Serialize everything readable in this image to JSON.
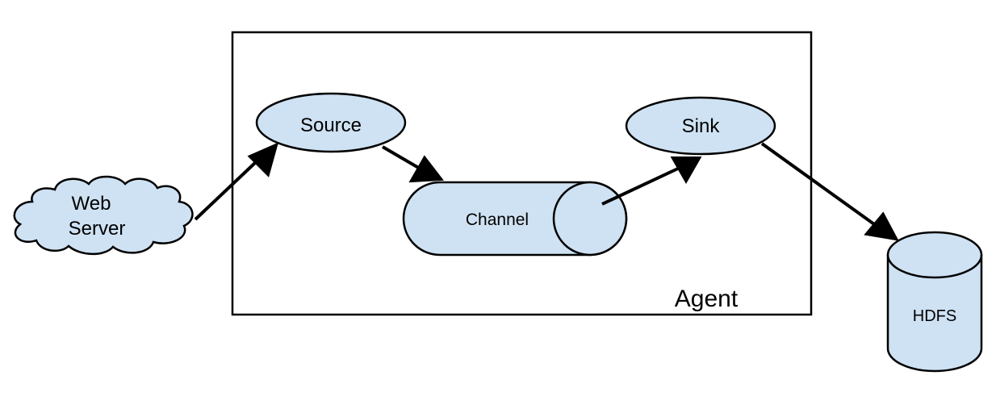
{
  "diagram": {
    "agent_label": "Agent",
    "nodes": {
      "web_server": {
        "line1": "Web",
        "line2": "Server"
      },
      "source": "Source",
      "channel": "Channel",
      "sink": "Sink",
      "hdfs": "HDFS"
    },
    "colors": {
      "fill": "#cfe2f3",
      "stroke": "#000000",
      "background": "#ffffff"
    }
  }
}
